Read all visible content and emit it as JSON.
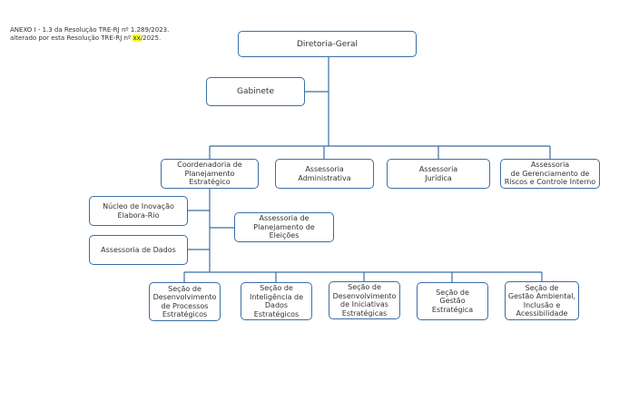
{
  "header": {
    "line1": "ANEXO I - 1.3 da Resolução TRE-RJ nº 1.289/2023.",
    "line2_prefix": "alterado por esta Resolução TRE-RJ nº ",
    "line2_highlight": "xx",
    "line2_suffix": "/2025."
  },
  "colors": {
    "line": "#3b6ea5",
    "highlight": "#ffff00"
  },
  "nodes": {
    "diretoria": "Diretoria-Geral",
    "gabinete": "Gabinete",
    "coordenadoria": "Coordenadoria de\nPlanejamento\nEstratégico",
    "ass_administrativa": "Assessoria\nAdministrativa",
    "ass_juridica": "Assessoria\nJurídica",
    "ass_riscos": "Assessoria\nde Gerenciamento de\nRiscos e Controle Interno",
    "nucleo": "Núcleo de Inovação\nElabora-Rio",
    "ass_dados": "Assessoria de Dados",
    "ass_eleicoes": "Assessoria de\nPlanejamento de\nEleições",
    "secao_processos": "Seção de\nDesenvolvimento\nde Processos\nEstratégicos",
    "secao_inteligencia": "Seção de\nInteligência de\nDados\nEstratégicos",
    "secao_iniciativas": "Seção de\nDesenvolvimento\nde Iniciativas\nEstratégicas",
    "secao_gestao": "Seção de\nGestão\nEstratégica",
    "secao_ambiental": "Seção de\nGestão Ambiental,\nInclusão e\nAcessibilidade"
  }
}
